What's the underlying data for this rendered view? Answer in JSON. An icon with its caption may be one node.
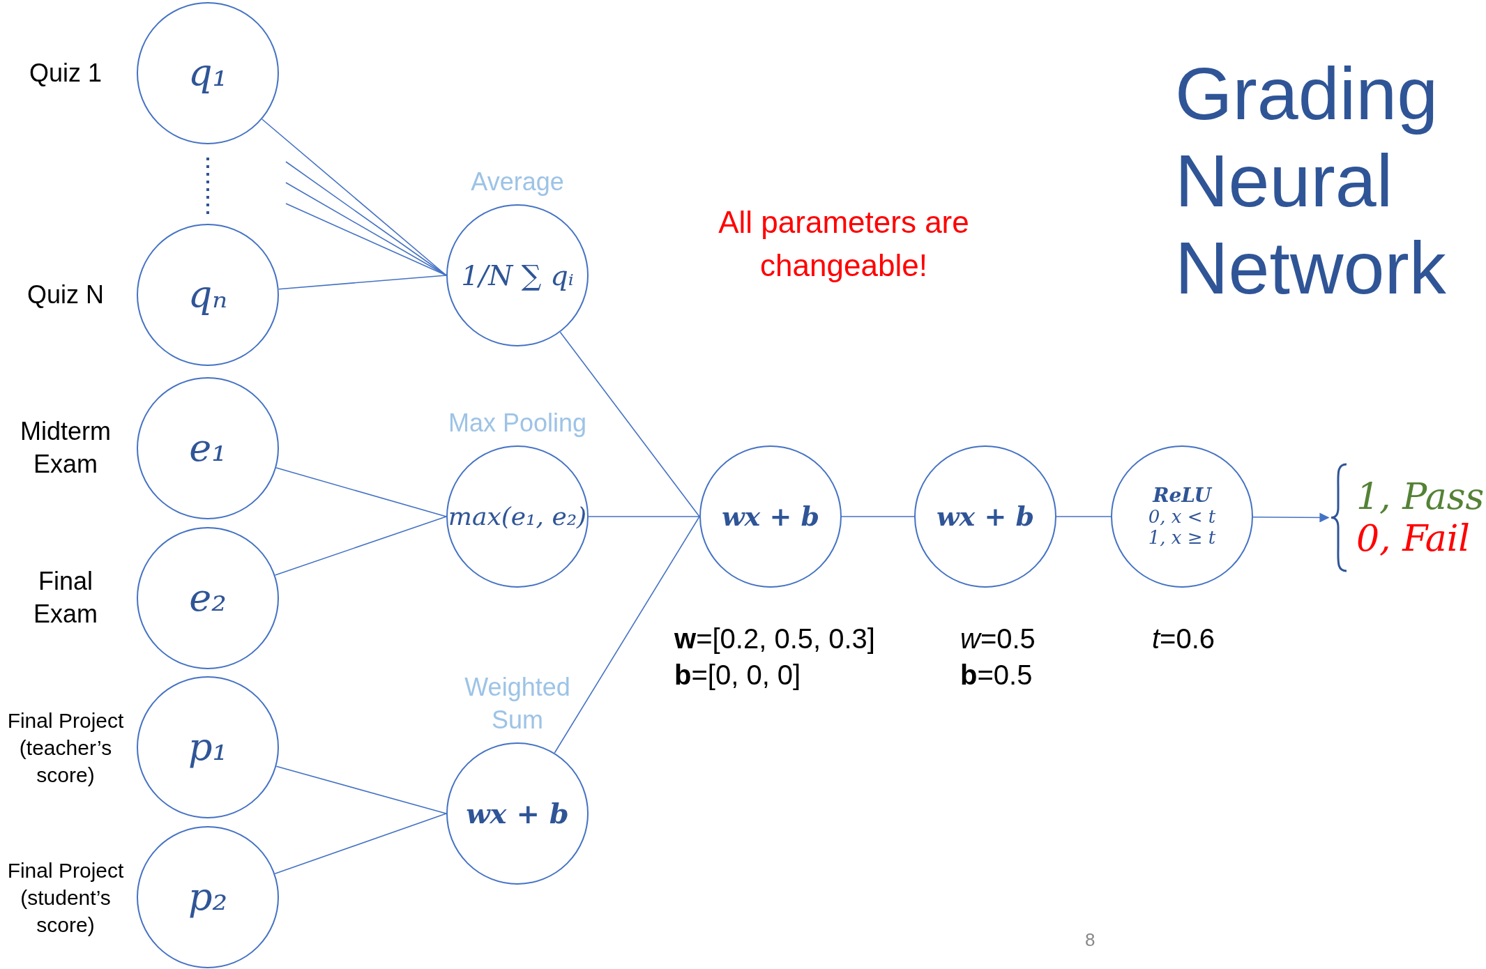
{
  "diagram": {
    "title": "Grading Neural Network",
    "nodes": [
      {
        "text": [
          "q₁"
        ],
        "beside": [
          "Quiz 1"
        ]
      },
      {
        "text": [
          "qₙ"
        ],
        "beside": [
          "Quiz N"
        ]
      },
      {
        "text": [
          "e₁"
        ],
        "beside": [
          "Midterm Exam"
        ]
      },
      {
        "text": [
          "e₂"
        ],
        "beside": [
          "Final Exam"
        ]
      },
      {
        "text": [
          "p₁"
        ],
        "beside": [
          "Final Project (teacher’s score)"
        ]
      },
      {
        "text": [
          "p₂"
        ],
        "beside": [
          "Final Project (student’s score)"
        ]
      },
      {
        "text": [
          "1/N ∑ qᵢ"
        ],
        "beside": [
          "Average"
        ]
      },
      {
        "text": [
          "max(e₁, e₂)"
        ],
        "beside": [
          "Max Pooling"
        ]
      },
      {
        "text": [
          "wx + b"
        ],
        "beside": [
          "Weighted Sum"
        ]
      },
      {
        "text": [
          "wx + b"
        ],
        "beside": [
          "**w**=[0.2, 0.5, 0.3]",
          "**b**=[0, 0, 0]"
        ]
      },
      {
        "text": [
          "wx + b"
        ],
        "beside": [
          "*w*=0.5",
          "**b**=0.5"
        ]
      },
      {
        "text": [
          "ReLU",
          "0, x < t",
          "1, x ≥ t"
        ],
        "beside": [
          "*t*=0.6"
        ]
      },
      {
        "text": [
          "1, Pass",
          "0, Fail"
        ]
      }
    ],
    "edges": [
      {
        "from": 0,
        "to": 6,
        "arrow": "none"
      },
      {
        "from": null,
        "to": 6,
        "arrow": "none"
      },
      {
        "from": null,
        "to": 6,
        "arrow": "none"
      },
      {
        "from": null,
        "to": 6,
        "arrow": "none"
      },
      {
        "from": 1,
        "to": 6,
        "arrow": "none"
      },
      {
        "from": 2,
        "to": 7,
        "arrow": "none"
      },
      {
        "from": 3,
        "to": 7,
        "arrow": "none"
      },
      {
        "from": 4,
        "to": 8,
        "arrow": "none"
      },
      {
        "from": 5,
        "to": 8,
        "arrow": "none"
      },
      {
        "from": 6,
        "to": 9,
        "arrow": "none"
      },
      {
        "from": 7,
        "to": 9,
        "arrow": "none"
      },
      {
        "from": 8,
        "to": 9,
        "arrow": "none"
      },
      {
        "from": 9,
        "to": 10,
        "arrow": "none"
      },
      {
        "from": 10,
        "to": 11,
        "arrow": "none"
      },
      {
        "from": 11,
        "to": 12,
        "arrow": "to"
      }
    ],
    "labels": [
      "All parameters are changeable!",
      "8"
    ]
  }
}
